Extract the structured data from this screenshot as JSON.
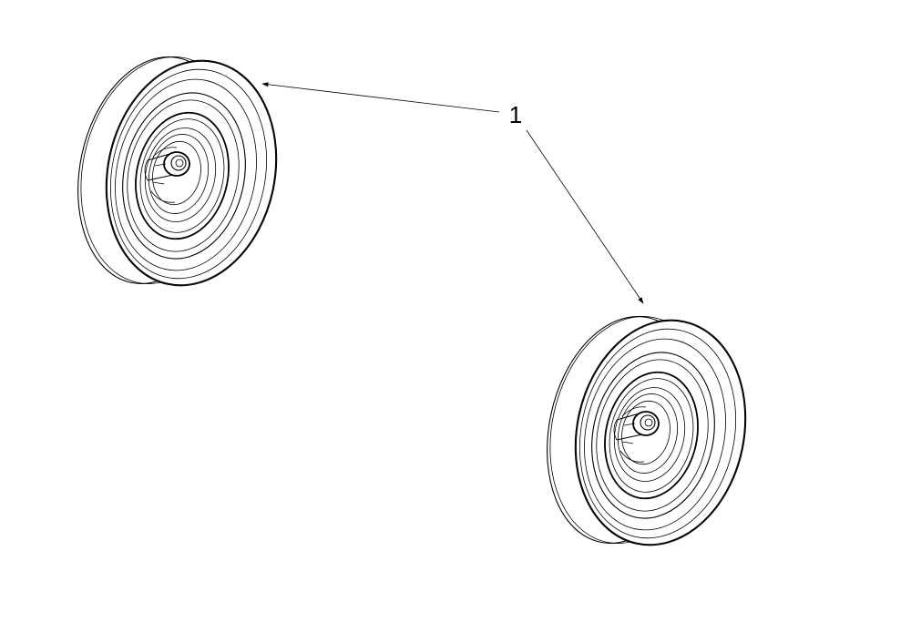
{
  "diagram": {
    "callout_label": "1",
    "parts": [
      {
        "name": "wheel-upper-left"
      },
      {
        "name": "wheel-lower-right"
      }
    ]
  },
  "colors": {
    "line": "#000000",
    "background": "#ffffff"
  }
}
